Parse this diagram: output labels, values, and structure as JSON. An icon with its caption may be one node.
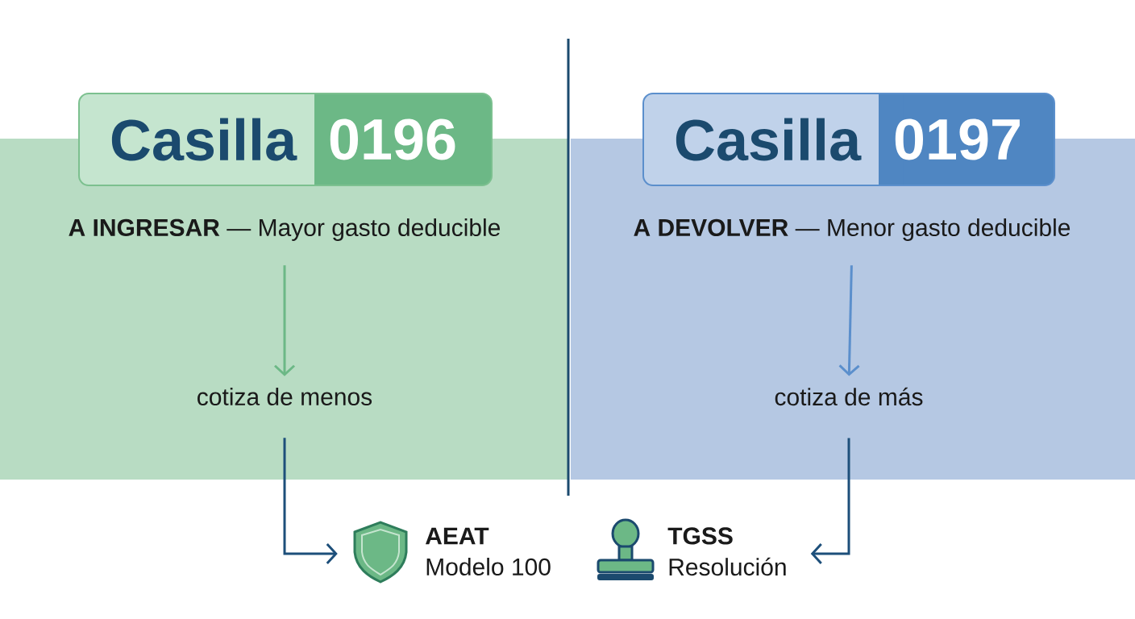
{
  "diagram": {
    "nodes": [
      {
        "text": [
          "Casilla",
          "0196"
        ]
      },
      {
        "text": [
          "**A INGRESAR** — Mayor gasto deducible"
        ]
      },
      {
        "text": [
          "cotiza de menos"
        ]
      },
      {
        "text": [
          "AEAT",
          "Modelo 100"
        ]
      },
      {
        "text": [
          "Casilla",
          "0197"
        ]
      },
      {
        "text": [
          "**A DEVOLVER** — Menor gasto deducible"
        ]
      },
      {
        "text": [
          "cotiza de más"
        ]
      },
      {
        "text": [
          "TGSS",
          "Resolución"
        ]
      }
    ],
    "edges": [
      {
        "from": 1,
        "to": 2,
        "arrow": "to",
        "color": "#6cb886"
      },
      {
        "from": 2,
        "to": 3,
        "arrow": "to",
        "color": "#1d4f7a"
      },
      {
        "from": 5,
        "to": 6,
        "arrow": "to",
        "color": "#5b8fcc"
      },
      {
        "from": 6,
        "to": 7,
        "arrow": "to",
        "color": "#1d4f7a"
      }
    ]
  }
}
